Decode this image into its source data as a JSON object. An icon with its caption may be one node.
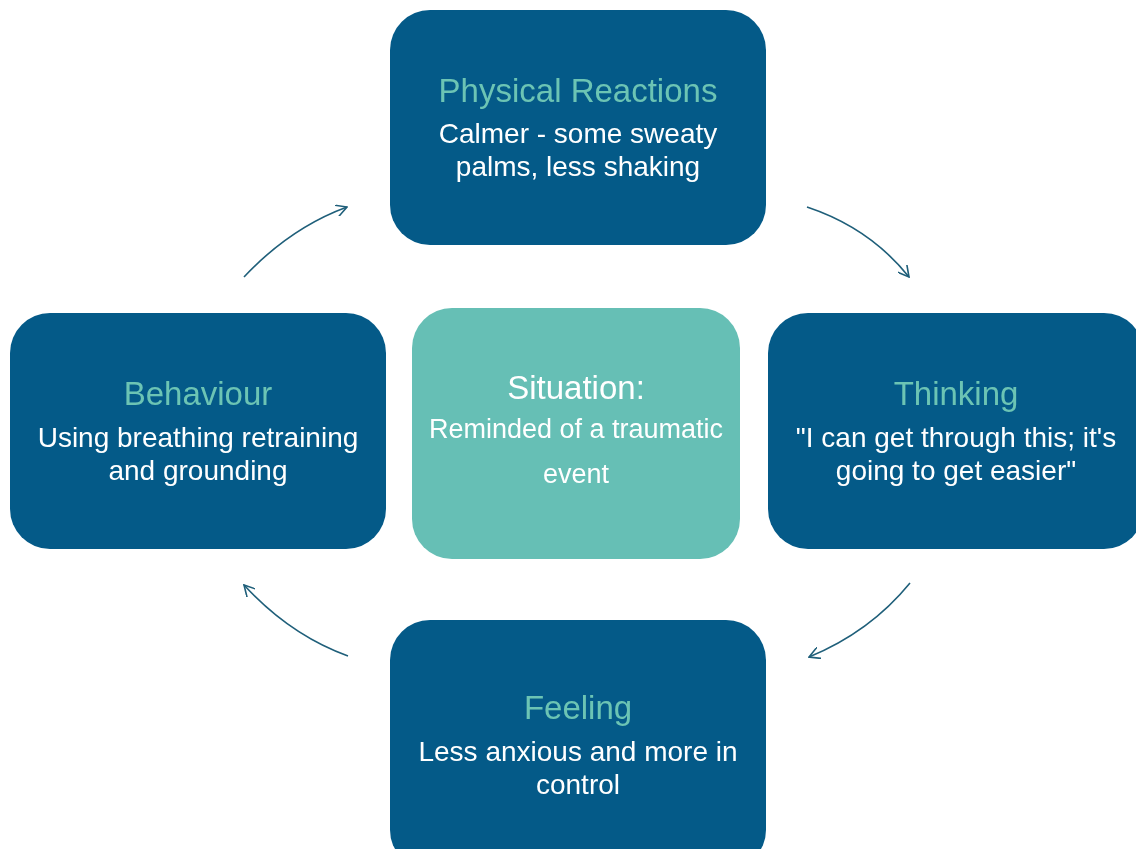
{
  "diagram": {
    "nodes": [
      {
        "text": [
          "Physical Reactions",
          "Calmer - some sweaty palms, less shaking"
        ]
      },
      {
        "text": [
          "Thinking",
          "\"I can get through this; it's going to get easier\""
        ]
      },
      {
        "text": [
          "Feeling",
          "Less anxious and more in control"
        ]
      },
      {
        "text": [
          "Behaviour",
          "Using breathing retraining and grounding"
        ]
      },
      {
        "text": [
          "Situation:",
          "Reminded of a traumatic event"
        ]
      }
    ],
    "edges": [
      {
        "from": 0,
        "to": 1,
        "arrow": "to"
      },
      {
        "from": 1,
        "to": 2,
        "arrow": "to"
      },
      {
        "from": 2,
        "to": 3,
        "arrow": "to"
      },
      {
        "from": 3,
        "to": 0,
        "arrow": "to"
      }
    ]
  }
}
